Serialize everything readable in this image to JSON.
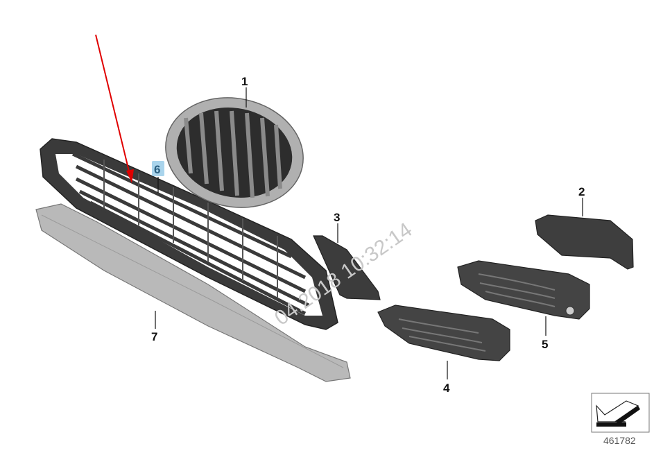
{
  "diagram": {
    "parts": [
      {
        "number": "1"
      },
      {
        "number": "2"
      },
      {
        "number": "3"
      },
      {
        "number": "4"
      },
      {
        "number": "5"
      },
      {
        "number": "6",
        "highlighted": true
      },
      {
        "number": "7"
      }
    ],
    "watermark": "04.2018 10:32:14",
    "diagram_code": "461782",
    "highlight_color": "#a9d4ec",
    "arrow_color": "#e00000",
    "icons": [
      "direction-arrow-icon"
    ]
  }
}
